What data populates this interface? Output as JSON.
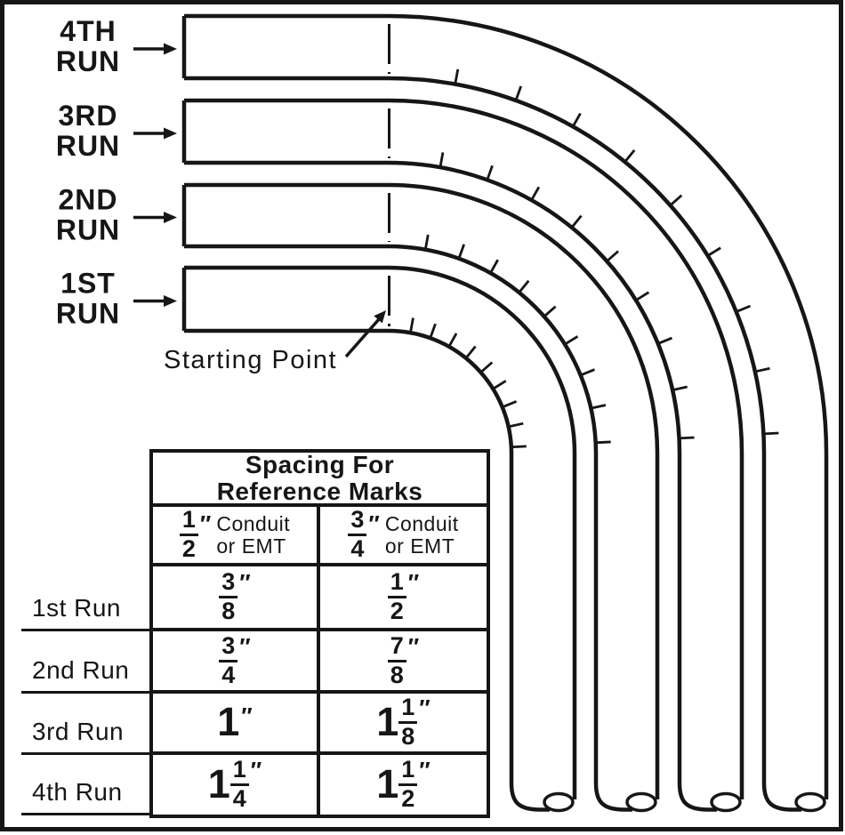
{
  "colors": {
    "ink": "#161616",
    "paper": "#ffffff"
  },
  "diagram": {
    "run_labels": [
      {
        "line1": "4TH",
        "line2": "RUN"
      },
      {
        "line1": "3RD",
        "line2": "RUN"
      },
      {
        "line1": "2ND",
        "line2": "RUN"
      },
      {
        "line1": "1ST",
        "line2": "RUN"
      }
    ],
    "starting_point_label": "Starting Point",
    "reference_marks_per_run": 9
  },
  "table": {
    "title_line1": "Spacing For",
    "title_line2": "Reference Marks",
    "unit_symbol": "″",
    "columns": [
      {
        "size": {
          "num": "1",
          "den": "2"
        },
        "label_line1": "Conduit",
        "label_line2": "or EMT"
      },
      {
        "size": {
          "num": "3",
          "den": "4"
        },
        "label_line1": "Conduit",
        "label_line2": "or EMT"
      }
    ],
    "rows": [
      {
        "label": "1st Run",
        "values": [
          {
            "num": "3",
            "den": "8"
          },
          {
            "num": "1",
            "den": "2"
          }
        ]
      },
      {
        "label": "2nd Run",
        "values": [
          {
            "num": "3",
            "den": "4"
          },
          {
            "num": "7",
            "den": "8"
          }
        ]
      },
      {
        "label": "3rd Run",
        "values": [
          {
            "whole": "1"
          },
          {
            "whole": "1",
            "num": "1",
            "den": "8"
          }
        ]
      },
      {
        "label": "4th Run",
        "values": [
          {
            "whole": "1",
            "num": "1",
            "den": "4"
          },
          {
            "whole": "1",
            "num": "1",
            "den": "2"
          }
        ]
      }
    ]
  }
}
